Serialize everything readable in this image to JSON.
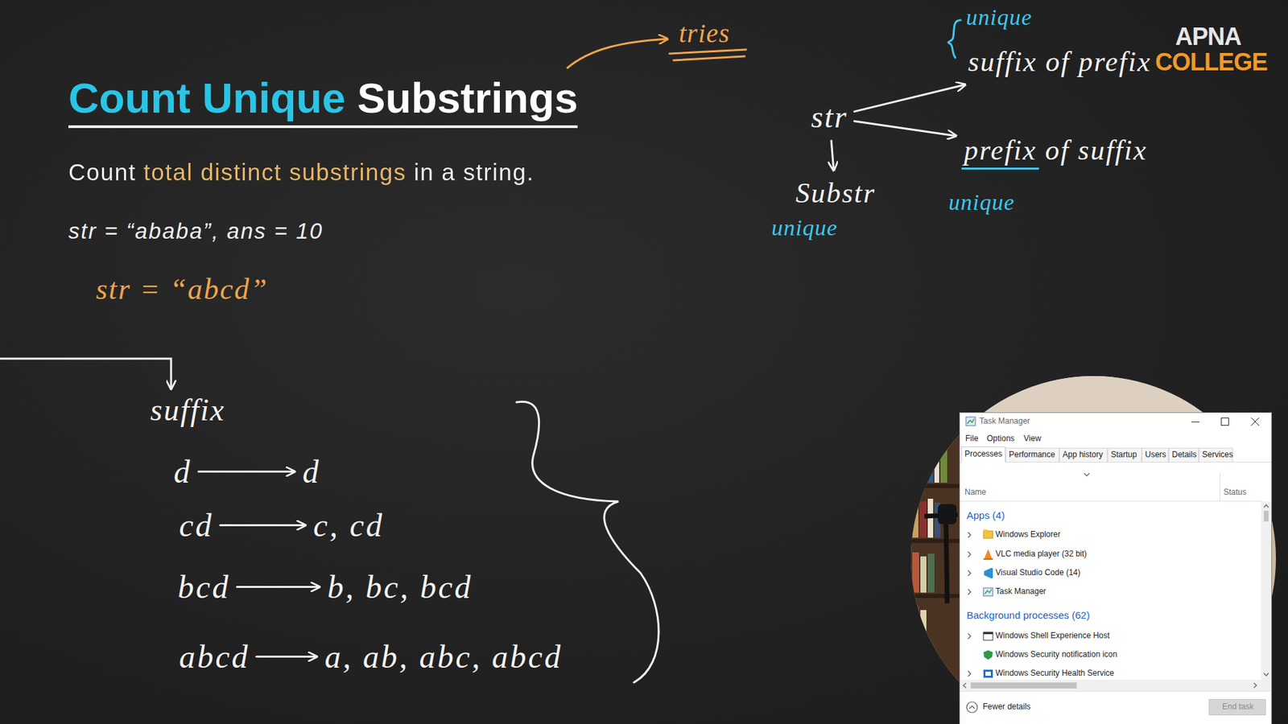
{
  "diagram": {
    "title": "Count Unique Substrings",
    "nodes": [
      {
        "text": [
          "str"
        ]
      },
      {
        "text": [
          "suffix of prefix"
        ]
      },
      {
        "text": [
          "prefix of suffix"
        ]
      },
      {
        "text": [
          "Substr"
        ]
      },
      {
        "text": [
          "d"
        ]
      },
      {
        "text": [
          "d"
        ]
      },
      {
        "text": [
          "cd"
        ]
      },
      {
        "text": [
          "c, cd"
        ]
      },
      {
        "text": [
          "bcd"
        ]
      },
      {
        "text": [
          "b, bc, bcd"
        ]
      },
      {
        "text": [
          "abcd"
        ]
      },
      {
        "text": [
          "a, ab, abc, abcd"
        ]
      }
    ],
    "edges": [
      {
        "from": 0,
        "to": 1,
        "arrow": "to"
      },
      {
        "from": 0,
        "to": 2,
        "arrow": "to"
      },
      {
        "from": 0,
        "to": 3,
        "arrow": "to"
      },
      {
        "from": 4,
        "to": 5,
        "arrow": "to"
      },
      {
        "from": 6,
        "to": 7,
        "arrow": "to"
      },
      {
        "from": 8,
        "to": 9,
        "arrow": "to"
      },
      {
        "from": 10,
        "to": 11,
        "arrow": "to"
      }
    ],
    "labels": [
      "Count total distinct substrings in a string.",
      "str = “ababa”, ans = 10",
      "str = “abcd”",
      "tries",
      "APNA",
      "COLLEGE",
      "unique",
      "unique",
      "unique",
      "suffix",
      "Task Manager",
      "File",
      "Options",
      "View",
      "Processes",
      "Performance",
      "App history",
      "Startup",
      "Users",
      "Details",
      "Services",
      "Name",
      "Status",
      "Apps (4)",
      "Windows Explorer",
      "VLC media player (32 bit)",
      "Visual Studio Code (14)",
      "Task Manager",
      "Background processes (62)",
      "Windows Shell Experience Host",
      "Windows Security notification icon",
      "Windows Security Health Service",
      "Fewer details",
      "End task"
    ]
  }
}
